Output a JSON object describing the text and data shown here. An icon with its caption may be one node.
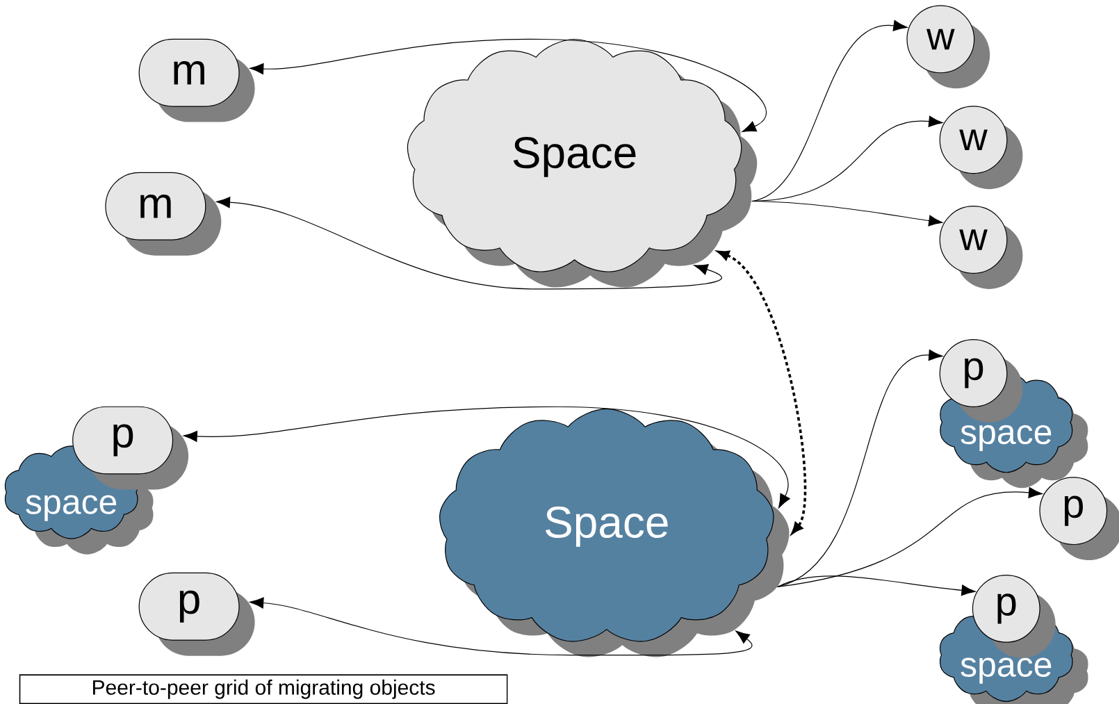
{
  "diagram": {
    "caption": "Peer-to-peer grid of migrating objects",
    "nodes": [
      {
        "text": [
          "m"
        ]
      },
      {
        "text": [
          "Space"
        ]
      },
      {
        "text": [
          "w"
        ]
      },
      {
        "text": [
          "w"
        ]
      },
      {
        "text": [
          "m"
        ]
      },
      {
        "text": [
          "w"
        ]
      },
      {
        "text": [
          "p"
        ]
      },
      {
        "text": [
          "space"
        ]
      },
      {
        "text": [
          "p"
        ]
      },
      {
        "text": [
          "space"
        ]
      },
      {
        "text": [
          "p"
        ]
      },
      {
        "text": [
          "Space"
        ]
      },
      {
        "text": [
          "p"
        ]
      },
      {
        "text": [
          "p"
        ]
      },
      {
        "text": [
          "space"
        ]
      }
    ],
    "edges": [
      {
        "from": 1,
        "to": 0,
        "arrow": "both"
      },
      {
        "from": 1,
        "to": 4,
        "arrow": "both"
      },
      {
        "from": 1,
        "to": 2,
        "arrow": "to"
      },
      {
        "from": 1,
        "to": 3,
        "arrow": "to"
      },
      {
        "from": 1,
        "to": 5,
        "arrow": "to"
      },
      {
        "from": 1,
        "to": 11,
        "arrow": "both",
        "style": "dashed"
      },
      {
        "from": 11,
        "to": 8,
        "arrow": "both"
      },
      {
        "from": 11,
        "to": 12,
        "arrow": "both"
      },
      {
        "from": 11,
        "to": 6,
        "arrow": "to"
      },
      {
        "from": 11,
        "to": 10,
        "arrow": "to"
      },
      {
        "from": 11,
        "to": 13,
        "arrow": "to"
      }
    ]
  }
}
